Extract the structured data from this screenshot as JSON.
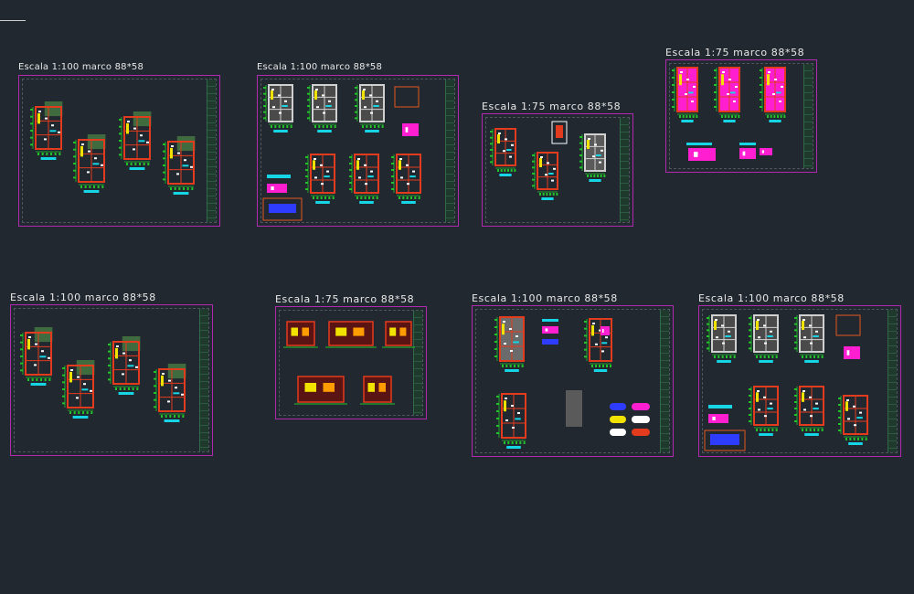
{
  "viewport": {
    "background": "#212830"
  },
  "colors": {
    "frame": "#b02ab0",
    "wall": "#e23b1d",
    "dim": "#22c32a",
    "magenta": "#ff1fd0",
    "cyan": "#16d6e6",
    "yellow": "#f2e200",
    "white": "#ffffff",
    "blue": "#2d3cff",
    "grey": "#8a8a8a",
    "green_roof": "#3f6b3f"
  },
  "sheets": [
    {
      "id": "sheet-1",
      "label": "Escala 1:100 marco 88*58"
    },
    {
      "id": "sheet-2",
      "label": "Escala 1:100 marco 88*58"
    },
    {
      "id": "sheet-3",
      "label": "Escala 1:75 marco 88*58"
    },
    {
      "id": "sheet-4",
      "label": "Escala 1:75 marco 88*58"
    },
    {
      "id": "sheet-5",
      "label": "Escala 1:100 marco 88*58"
    },
    {
      "id": "sheet-6",
      "label": "Escala 1:75 marco 88*58"
    },
    {
      "id": "sheet-7",
      "label": "Escala 1:100 marco 88*58"
    },
    {
      "id": "sheet-8",
      "label": "Escala 1:100 marco 88*58"
    }
  ]
}
